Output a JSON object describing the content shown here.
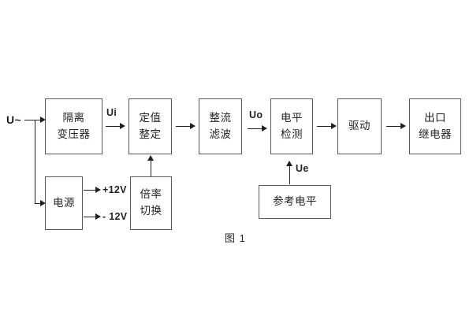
{
  "figure": {
    "caption": "图 1",
    "input_label": "U~"
  },
  "blocks": [
    {
      "id": "isolation-transformer",
      "lines": [
        "隔离",
        "变压器"
      ]
    },
    {
      "id": "setting-value",
      "lines": [
        "定值",
        "整定"
      ]
    },
    {
      "id": "rectifier-filter",
      "lines": [
        "整流",
        "滤波"
      ]
    },
    {
      "id": "level-detection",
      "lines": [
        "电平",
        "检测"
      ]
    },
    {
      "id": "driver",
      "lines": [
        "驱动"
      ]
    },
    {
      "id": "output-relay",
      "lines": [
        "出口",
        "继电器"
      ]
    },
    {
      "id": "power-supply",
      "lines": [
        "电源"
      ]
    },
    {
      "id": "multiplier-switch",
      "lines": [
        "倍率",
        "切换"
      ]
    },
    {
      "id": "reference-level",
      "lines": [
        "参考电平"
      ]
    }
  ],
  "signals": {
    "ui": "Ui",
    "uo": "Uo",
    "ue": "Ue",
    "rail_positive": "+12V",
    "rail_negative": "- 12V"
  },
  "colors": {
    "box_stroke": "#58595b",
    "line": "#231f20",
    "text": "#231f20",
    "background": "#ffffff"
  }
}
